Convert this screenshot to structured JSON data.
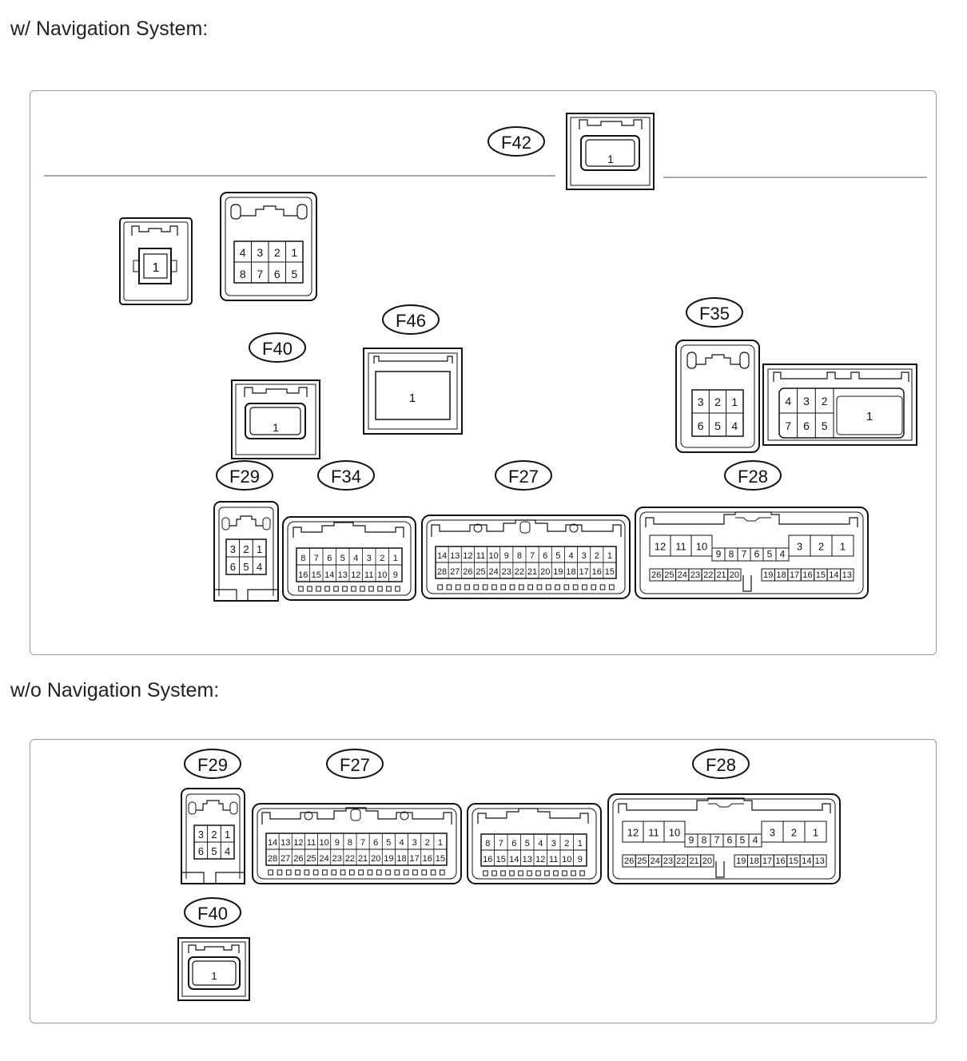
{
  "sections": {
    "with_nav": {
      "heading": "w/ Navigation System:"
    },
    "without_nav": {
      "heading": "w/o Navigation System:"
    }
  },
  "connector_labels": {
    "F42": "F42",
    "F46": "F46",
    "F40": "F40",
    "F35": "F35",
    "F29": "F29",
    "F34": "F34",
    "F27": "F27",
    "F28": "F28"
  },
  "pins": {
    "single": "1",
    "p8_top": [
      "4",
      "3",
      "2",
      "1"
    ],
    "p8_bot": [
      "8",
      "7",
      "6",
      "5"
    ],
    "f35a_top": [
      "3",
      "2",
      "1"
    ],
    "f35a_bot": [
      "6",
      "5",
      "4"
    ],
    "f35b_top": [
      "4",
      "3",
      "2"
    ],
    "f35b_bot": [
      "7",
      "6",
      "5"
    ],
    "f35b_big": "1",
    "f29_top": [
      "3",
      "2",
      "1"
    ],
    "f29_bot": [
      "6",
      "5",
      "4"
    ],
    "f34_top": [
      "8",
      "7",
      "6",
      "5",
      "4",
      "3",
      "2",
      "1"
    ],
    "f34_bot": [
      "16",
      "15",
      "14",
      "13",
      "12",
      "11",
      "10",
      "9"
    ],
    "f27_top": [
      "14",
      "13",
      "12",
      "11",
      "10",
      "9",
      "8",
      "7",
      "6",
      "5",
      "4",
      "3",
      "2",
      "1"
    ],
    "f27_bot": [
      "28",
      "27",
      "26",
      "25",
      "24",
      "23",
      "22",
      "21",
      "20",
      "19",
      "18",
      "17",
      "16",
      "15"
    ],
    "f28_big": [
      "12",
      "11",
      "10"
    ],
    "f28_mid": [
      "9",
      "8",
      "7",
      "6",
      "5",
      "4"
    ],
    "f28_right": [
      "3",
      "2",
      "1"
    ],
    "f28_bot_left": [
      "26",
      "25",
      "24",
      "23",
      "22",
      "21",
      "20"
    ],
    "f28_bot_right": [
      "19",
      "18",
      "17",
      "16",
      "15",
      "14",
      "13"
    ]
  }
}
